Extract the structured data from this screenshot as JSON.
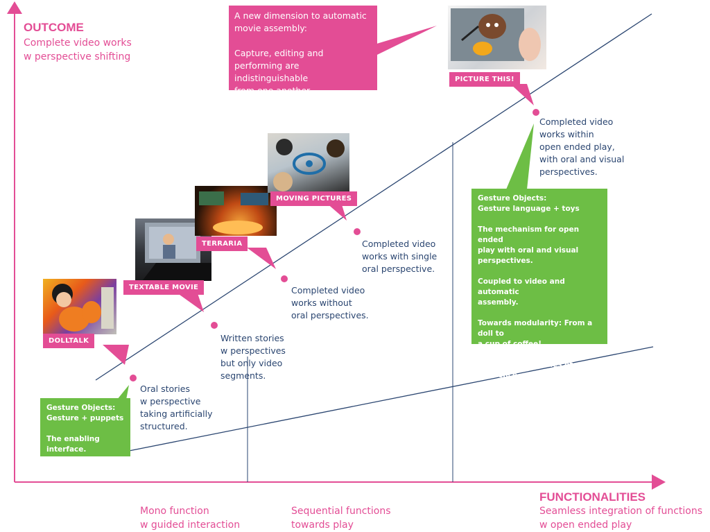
{
  "axes": {
    "outcome": {
      "title": "OUTCOME",
      "subtitle": "Complete video works\nw perspective shifting"
    },
    "functionalities": {
      "title": "FUNCTIONALITIES",
      "subtitle": "Seamless integration of functions\nw open ended play"
    },
    "stages": [
      {
        "text": "Mono function\nw guided interaction"
      },
      {
        "text": "Sequential functions\ntowards play"
      }
    ]
  },
  "projects": [
    {
      "label": "DOLLTALK",
      "photo": "dolltalk-photo"
    },
    {
      "label": "TEXTABLE MOVIE",
      "photo": "textable-movie-photo"
    },
    {
      "label": "TERRARIA",
      "photo": "terraria-photo"
    },
    {
      "label": "MOVING PICTURES",
      "photo": "moving-pictures-photo"
    },
    {
      "label": "PICTURE THIS!",
      "photo": "picture-this-photo"
    }
  ],
  "outcomes": [
    {
      "text": "Oral stories\nw perspective\ntaking artificially\nstructured."
    },
    {
      "text": "Written stories\nw perspectives\nbut only video\nsegments."
    },
    {
      "text": "Completed video\nworks without\noral perspectives."
    },
    {
      "text": "Completed video\nworks with single\noral perspective."
    },
    {
      "text": "Completed video\nworks within\nopen ended play,\nwith oral and visual\nperspectives."
    }
  ],
  "callouts": {
    "top": "A new dimension to automatic\nmovie assembly:\n\nCapture, editing and\nperforming are indistinguishable\nfrom one another.",
    "gesture_small": "Gesture Objects:\nGesture + puppets\n\nThe enabling\ninterface.",
    "gesture_large": "Gesture Objects:\nGesture language + toys\n\nThe mechanism for open ended\nplay with oral and visual\nperspectives.\n\nCoupled to video and automatic\nassembly.\n\nTowards modularity: From a doll to\na cup of coffee!\n\nTowards new frames of reference."
  },
  "colors": {
    "pink": "#e34d95",
    "green": "#6dbe45",
    "navy": "#2a4570"
  }
}
